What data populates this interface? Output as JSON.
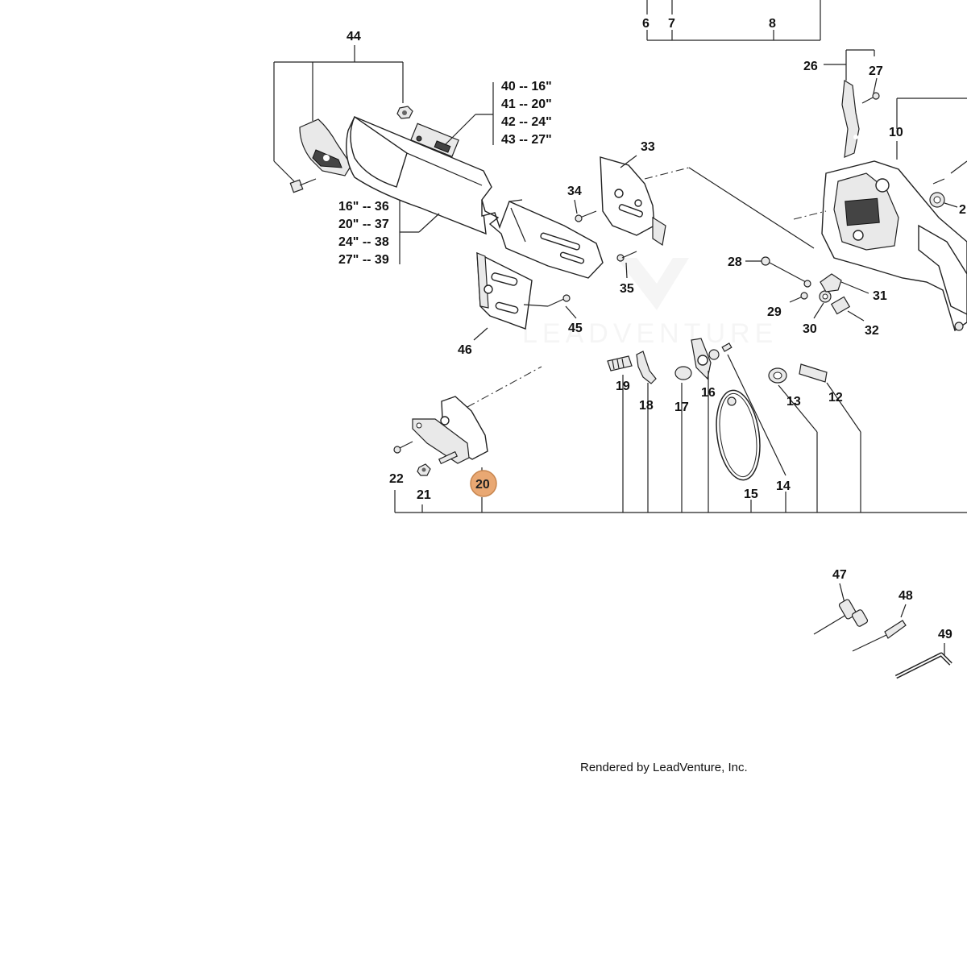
{
  "watermark": "LEADVENTURE",
  "footer": "Rendered by LeadVenture, Inc.",
  "highlight_color": "#e9a873",
  "highlighted_part": "20",
  "callouts": {
    "p6": "6",
    "p7": "7",
    "p8": "8",
    "p44": "44",
    "p26": "26",
    "p27": "27",
    "p10": "10",
    "p2": "2",
    "p33": "33",
    "p34": "34",
    "p35": "35",
    "p28": "28",
    "p29": "29",
    "p30": "30",
    "p31": "31",
    "p32": "32",
    "p45": "45",
    "p46": "46",
    "p19": "19",
    "p18": "18",
    "p17": "17",
    "p16": "16",
    "p13": "13",
    "p12": "12",
    "p22": "22",
    "p21": "21",
    "p20": "20",
    "p15": "15",
    "p14": "14",
    "p47": "47",
    "p48": "48",
    "p49": "49"
  },
  "chain_sizes": [
    "40 -- 16\"",
    "41 -- 20\"",
    "42 -- 24\"",
    "43 -- 27\""
  ],
  "bar_sizes": [
    "16\" -- 36",
    "20\" -- 37",
    "24\" -- 38",
    "27\" -- 39"
  ]
}
